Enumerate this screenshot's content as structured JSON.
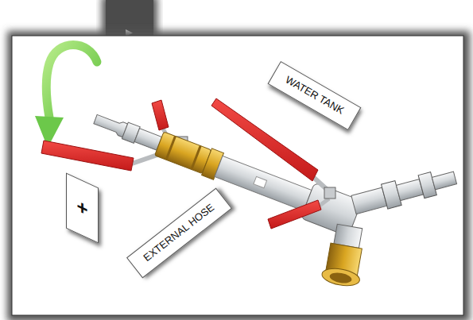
{
  "diagram": {
    "nodes": [
      {
        "text": [
          "WATER TANK"
        ]
      },
      {
        "text": [
          "+"
        ]
      },
      {
        "text": [
          "EXTERNAL HOSE"
        ]
      }
    ]
  }
}
